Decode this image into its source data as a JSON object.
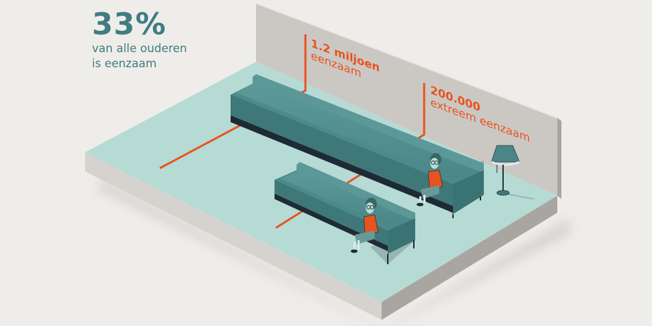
{
  "headline": {
    "value": "33%",
    "line1": "van alle ouderen",
    "line2": "is eenzaam"
  },
  "annotations": [
    {
      "value": "1.2 miljoen",
      "label": "eenzaam"
    },
    {
      "value": "200.000",
      "label": "extreem eenzaam"
    }
  ],
  "colors": {
    "accent": "#e8531f",
    "teal_text": "#3f7c80",
    "floor": "#b5dbd4",
    "wall": "#cbc8c4",
    "sofa": "#4f8e8e",
    "background": "#efedea"
  }
}
